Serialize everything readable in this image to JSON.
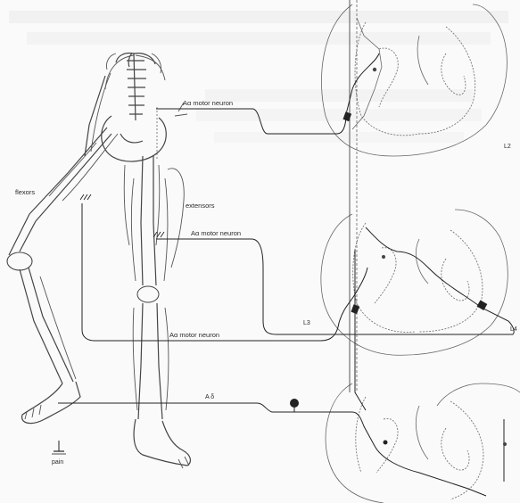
{
  "labels": {
    "motor_neuron_top": "Aα motor neuron",
    "motor_neuron_mid": "Aα motor neuron",
    "motor_neuron_bottom": "Aα motor neuron",
    "flexors": "flexors",
    "extensors": "extensors",
    "fiber": "A δ",
    "pain": "pain",
    "level_top": "L2",
    "level_mid_left": "L3",
    "level_mid_right": "L4"
  }
}
